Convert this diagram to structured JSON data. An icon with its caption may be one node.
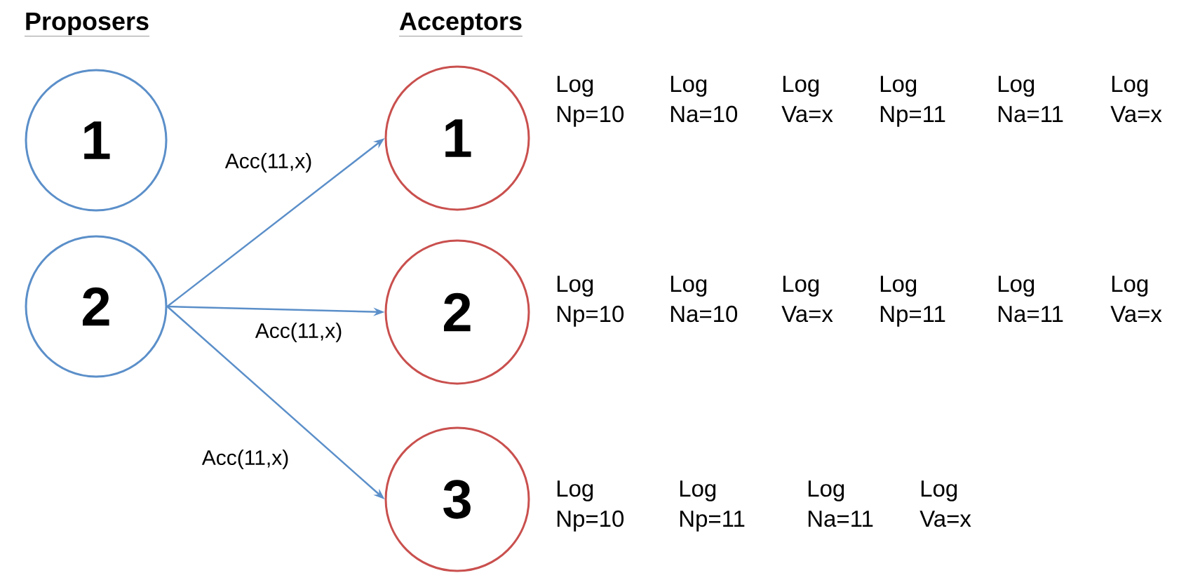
{
  "diagram": {
    "nodes": [
      {
        "text": [
          "1"
        ]
      },
      {
        "text": [
          "2"
        ]
      },
      {
        "text": [
          "1"
        ]
      },
      {
        "text": [
          "2"
        ]
      },
      {
        "text": [
          "3"
        ]
      }
    ],
    "edges": [
      {
        "from": 1,
        "to": 2,
        "arrow": "to",
        "label": "Acc(11,x)"
      },
      {
        "from": 1,
        "to": 3,
        "arrow": "to",
        "label": "Acc(11,x)"
      },
      {
        "from": 1,
        "to": 4,
        "arrow": "to",
        "label": "Acc(11,x)"
      }
    ],
    "labels": [
      "Proposers",
      "Acceptors",
      "Log Np=10",
      "Log Na=10",
      "Log Va=x",
      "Log Np=11",
      "Log Na=11",
      "Log Va=x",
      "Log Np=10",
      "Log Na=10",
      "Log Va=x",
      "Log Np=11",
      "Log Na=11",
      "Log Va=x",
      "Log Np=10",
      "Log Np=11",
      "Log Na=11",
      "Log Va=x"
    ]
  }
}
